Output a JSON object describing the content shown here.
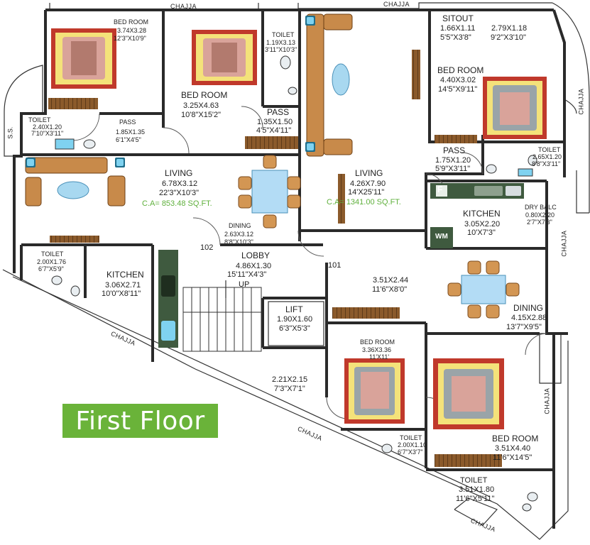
{
  "floor_title": "First Floor",
  "flat_numbers": {
    "left": "102",
    "right": "101"
  },
  "rooms": {
    "bed_top_left": {
      "name": "BED ROOM",
      "dim_m": "3.74X3.28",
      "dim_ft": "12'3\"X10'9\""
    },
    "bed_top_mid": {
      "name": "BED ROOM",
      "dim_m": "3.25X4.63",
      "dim_ft": "10'8\"X15'2\""
    },
    "toilet_top_mid": {
      "name": "TOILET",
      "dim_m": "1.19X3.13",
      "dim_ft": "3'11\"X10'3\""
    },
    "pass_top": {
      "name": "PASS",
      "dim_m": "1.35X1.50",
      "dim_ft": "4'5\"X4'11\""
    },
    "toilet_left": {
      "name": "TOILET",
      "dim_m": "2.40X1.20",
      "dim_ft": "7'10\"X3'11\""
    },
    "pass_left": {
      "name": "PASS",
      "dim_m": "1.85X1.35",
      "dim_ft": "6'1\"X4'5\""
    },
    "ss": {
      "name": "S.S."
    },
    "living_left": {
      "name": "LIVING",
      "dim_m": "6.78X3.12",
      "dim_ft": "22'3\"X10'3\"",
      "ca": "C.A= 853.48 SQ.FT."
    },
    "dining_left": {
      "name": "DINING",
      "dim_m": "2.63X3.12",
      "dim_ft": "8'8\"X10'3\""
    },
    "toilet_lower_left": {
      "name": "TOILET",
      "dim_m": "2.00X1.76",
      "dim_ft": "6'7\"X5'9\""
    },
    "kitchen_left": {
      "name": "KITCHEN",
      "dim_m": "3.06X2.71",
      "dim_ft": "10'0\"X8'11\""
    },
    "lobby": {
      "name": "LOBBY",
      "dim_m": "4.86X1.30",
      "dim_ft": "15'11\"X4'3\""
    },
    "stair_up": "UP",
    "lift": {
      "name": "LIFT",
      "dim_m": "1.90X1.60",
      "dim_ft": "6'3\"X5'3\""
    },
    "utility": {
      "dim_m": "2.21X2.15",
      "dim_ft": "7'3\"X7'1\""
    },
    "living_right": {
      "name": "LIVING",
      "dim_m": "4.26X7.90",
      "dim_ft": "14'X25'11\"",
      "ca": "C.A= 1341.00 SQ.FT."
    },
    "sitout": {
      "name": "SITOUT",
      "dim_m": "1.66X1.11",
      "dim_ft": "5'5\"X3'8\""
    },
    "sitout_side": {
      "dim_m": "2.79X1.18",
      "dim_ft": "9'2\"X3'10\""
    },
    "bed_right_top": {
      "name": "BED ROOM",
      "dim_m": "4.40X3.02",
      "dim_ft": "14'5\"X9'11\""
    },
    "pass_right": {
      "name": "PASS",
      "dim_m": "1.75X1.20",
      "dim_ft": "5'9\"X3'11\""
    },
    "toilet_right_top": {
      "name": "TOILET",
      "dim_m": "2.65X1.20",
      "dim_ft": "8'8\"X3'11\""
    },
    "kitchen_right": {
      "name": "KITCHEN",
      "dim_m": "3.05X2.20",
      "dim_ft": "10'X7'3\""
    },
    "dry_balc": {
      "name": "DRY BALC",
      "dim_m": "0.80X2.20",
      "dim_ft": "2'7\"X7'3\""
    },
    "fridge": "F",
    "wm": "WM",
    "foyer_right": {
      "dim_m": "3.51X2.44",
      "dim_ft": "11'6\"X8'0\""
    },
    "dining_right": {
      "name": "DINING",
      "dim_m": "4.15X2.88",
      "dim_ft": "13'7\"X9'5\""
    },
    "bed_mid_bottom": {
      "name": "BED ROOM",
      "dim_m": "3.36X3.36",
      "dim_ft": "11'X11'"
    },
    "toilet_mid_bottom": {
      "name": "TOILET",
      "dim_m": "2.00X1.10",
      "dim_ft": "6'7\"X3'7\""
    },
    "bed_right_bottom": {
      "name": "BED ROOM",
      "dim_m": "3.51X4.40",
      "dim_ft": "11'6\"X14'5\""
    },
    "toilet_right_bottom": {
      "name": "TOILET",
      "dim_m": "3.51X1.80",
      "dim_ft": "11'6\"X5'11\""
    }
  },
  "chajja_label": "CHAJJA",
  "colors": {
    "wall": "#2a2a2a",
    "sofa": "#c88a4a",
    "rug": "#a8d8f0",
    "bed_frame": "#c0392b",
    "bed_inner": "#f4e27a",
    "table": "#b3dcf5",
    "banner": "#6ab339",
    "area_text": "#5fb03c",
    "counter": "#3f5a3f"
  }
}
